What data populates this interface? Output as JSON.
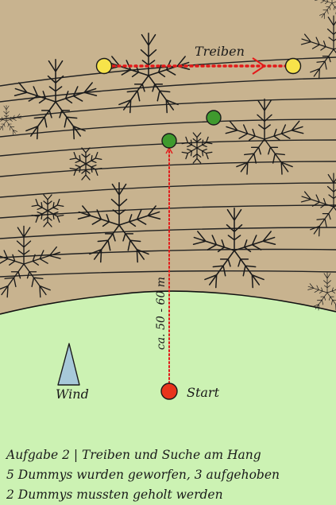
{
  "labels": {
    "drive": "Treiben",
    "distance": "ca. 50 - 60 m",
    "wind": "Wind",
    "start": "Start"
  },
  "caption": {
    "line1": "Aufgabe 2 | Treiben und Suche am Hang",
    "line2": "5 Dummys wurden geworfen, 3 aufgehoben",
    "line3": "2 Dummys mussten geholt werden"
  },
  "colors": {
    "hillside": "#c8b38f",
    "meadow": "#ccf2b3",
    "contour": "#222222",
    "drive_path": "#e31919",
    "yellow_dummy": "#f7e34a",
    "green_dummy": "#3f9a2e",
    "start_marker": "#e8341c",
    "wind_arrow": "#a7c9d9"
  },
  "icons": {
    "wind": "wind-direction-arrow-icon",
    "tree": "tree-symbol-icon"
  }
}
